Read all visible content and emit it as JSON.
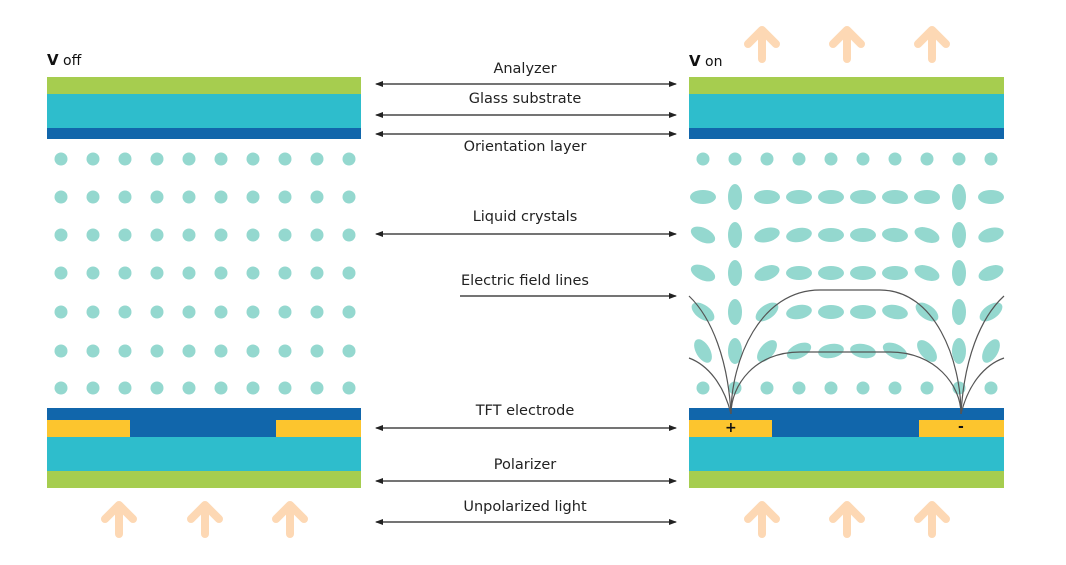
{
  "colors": {
    "analyzer_polarizer": "#a6cd4f",
    "glass_substrate": "#2ebdcc",
    "orientation_tft_layer": "#1166ab",
    "electrode": "#fcc52e",
    "liquid_crystal": "#94d8cf",
    "light_arrow": "#fdd8b4",
    "field_line": "#555555",
    "label_arrow": "#222222"
  },
  "panels": {
    "off": {
      "title_bold": "V",
      "title_rest": " off"
    },
    "on": {
      "title_bold": "V",
      "title_rest": " on",
      "electrode_plus": "+",
      "electrode_minus": "-"
    }
  },
  "labels": {
    "analyzer": "Analyzer",
    "glass_substrate": "Glass substrate",
    "orientation_layer": "Orientation layer",
    "liquid_crystals": "Liquid crystals",
    "electric_field_lines": "Electric field lines",
    "tft_electrode": "TFT electrode",
    "polarizer": "Polarizer",
    "unpolarized_light": "Unpolarized light"
  },
  "crystal_grid": {
    "columns": 10,
    "rows": 7
  },
  "on_state_crystal_angles_deg": [
    [
      null,
      null,
      null,
      null,
      null,
      null,
      null,
      null,
      null,
      null
    ],
    [
      0,
      90,
      0,
      0,
      0,
      0,
      0,
      0,
      90,
      0
    ],
    [
      25,
      90,
      -15,
      -10,
      0,
      0,
      5,
      20,
      90,
      -15
    ],
    [
      25,
      90,
      -20,
      0,
      0,
      0,
      0,
      20,
      90,
      -20
    ],
    [
      35,
      90,
      -35,
      -10,
      0,
      0,
      10,
      35,
      90,
      -35
    ],
    [
      60,
      90,
      -50,
      -25,
      -10,
      10,
      25,
      50,
      90,
      -60
    ],
    [
      null,
      null,
      null,
      null,
      null,
      null,
      null,
      null,
      null,
      null
    ]
  ]
}
